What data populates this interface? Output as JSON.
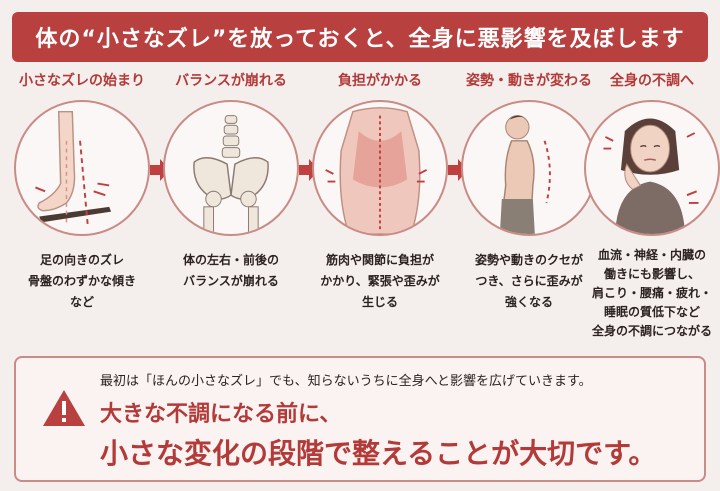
{
  "header": {
    "title": "体の“小さなズレ”を放っておくと、全身に悪影響を及ぼします"
  },
  "steps": [
    {
      "title": "小さなズレの始まり",
      "illustration": "foot-icon",
      "lines": [
        "足の向きのズレ",
        "骨盤のわずかな傾き",
        "など"
      ]
    },
    {
      "title": "バランスが崩れる",
      "illustration": "pelvis-icon",
      "lines": [
        "体の左右・前後の",
        "バランスが崩れる"
      ]
    },
    {
      "title": "負担がかかる",
      "illustration": "back-muscle-icon",
      "lines": [
        "筋肉や関節に負担が",
        "かかり、緊張や歪みが",
        "生じる"
      ]
    },
    {
      "title": "姿勢・動きが変わる",
      "illustration": "posture-icon",
      "lines": [
        "姿勢や動きのクセが",
        "つき、さらに歪みが",
        "強くなる"
      ]
    },
    {
      "title": "全身の不調へ",
      "illustration": "unwell-woman-icon",
      "lines": [
        "血流・神経・内臓の",
        "働きにも影響し、",
        "肩こり・腰痛・疲れ・",
        "睡眠の質低下など",
        "全身の不調につながる"
      ]
    }
  ],
  "bottom": {
    "note": "最初は「ほんの小さなズレ」でも、知らないうちに全身へと影響を広げていきます。",
    "headline1": "大きな不調になる前に、",
    "headline2": "小さな変化の段階で整えることが大切です。"
  },
  "colors": {
    "accent": "#b8403f",
    "text": "#2b2222",
    "background": "#f4eeec",
    "circle_border": "#c98b85"
  }
}
